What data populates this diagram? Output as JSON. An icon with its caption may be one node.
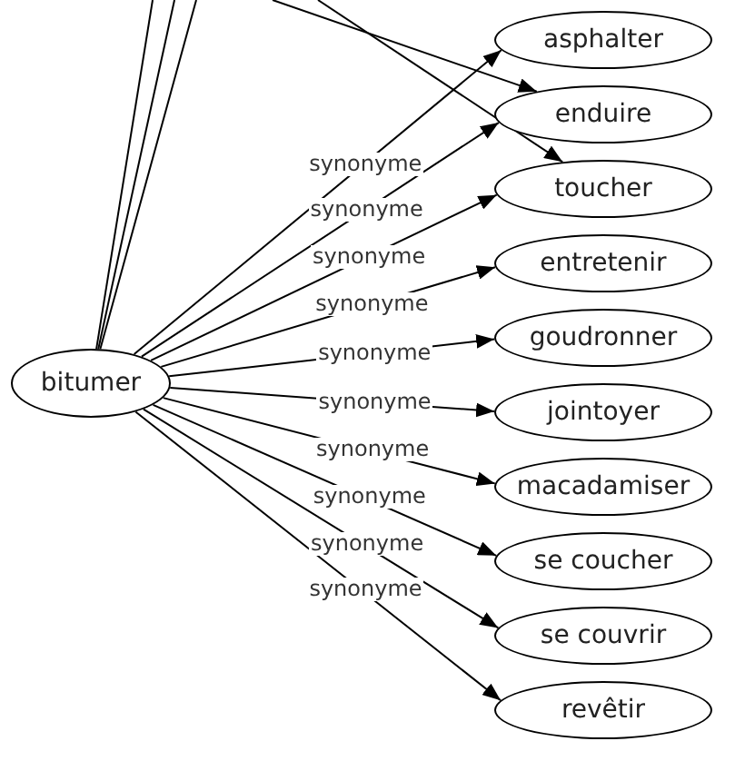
{
  "diagram": {
    "nodes": [
      {
        "text": [
          "bitumer"
        ]
      },
      {
        "text": [
          "asphalter"
        ]
      },
      {
        "text": [
          "enduire"
        ]
      },
      {
        "text": [
          "toucher"
        ]
      },
      {
        "text": [
          "entretenir"
        ]
      },
      {
        "text": [
          "goudronner"
        ]
      },
      {
        "text": [
          "jointoyer"
        ]
      },
      {
        "text": [
          "macadamiser"
        ]
      },
      {
        "text": [
          "se coucher"
        ]
      },
      {
        "text": [
          "se couvrir"
        ]
      },
      {
        "text": [
          "revêtir"
        ]
      }
    ],
    "edges": [
      {
        "from": 0,
        "to": 1,
        "arrow": "to",
        "label": "synonyme"
      },
      {
        "from": 0,
        "to": 2,
        "arrow": "to",
        "label": "synonyme"
      },
      {
        "from": 0,
        "to": 3,
        "arrow": "to",
        "label": "synonyme"
      },
      {
        "from": 0,
        "to": 4,
        "arrow": "to",
        "label": "synonyme"
      },
      {
        "from": 0,
        "to": 5,
        "arrow": "to",
        "label": "synonyme"
      },
      {
        "from": 0,
        "to": 6,
        "arrow": "to",
        "label": "synonyme"
      },
      {
        "from": 0,
        "to": 7,
        "arrow": "to",
        "label": "synonyme"
      },
      {
        "from": 0,
        "to": 8,
        "arrow": "to",
        "label": "synonyme"
      },
      {
        "from": 0,
        "to": 9,
        "arrow": "to",
        "label": "synonyme"
      },
      {
        "from": 0,
        "to": 10,
        "arrow": "to",
        "label": "synonyme"
      },
      {
        "from": null,
        "to": 2,
        "arrow": "to"
      },
      {
        "from": null,
        "to": 3,
        "arrow": "to"
      },
      {
        "from": 0,
        "to": null,
        "arrow": "none"
      },
      {
        "from": 0,
        "to": null,
        "arrow": "none"
      },
      {
        "from": 0,
        "to": null,
        "arrow": "none"
      }
    ]
  }
}
